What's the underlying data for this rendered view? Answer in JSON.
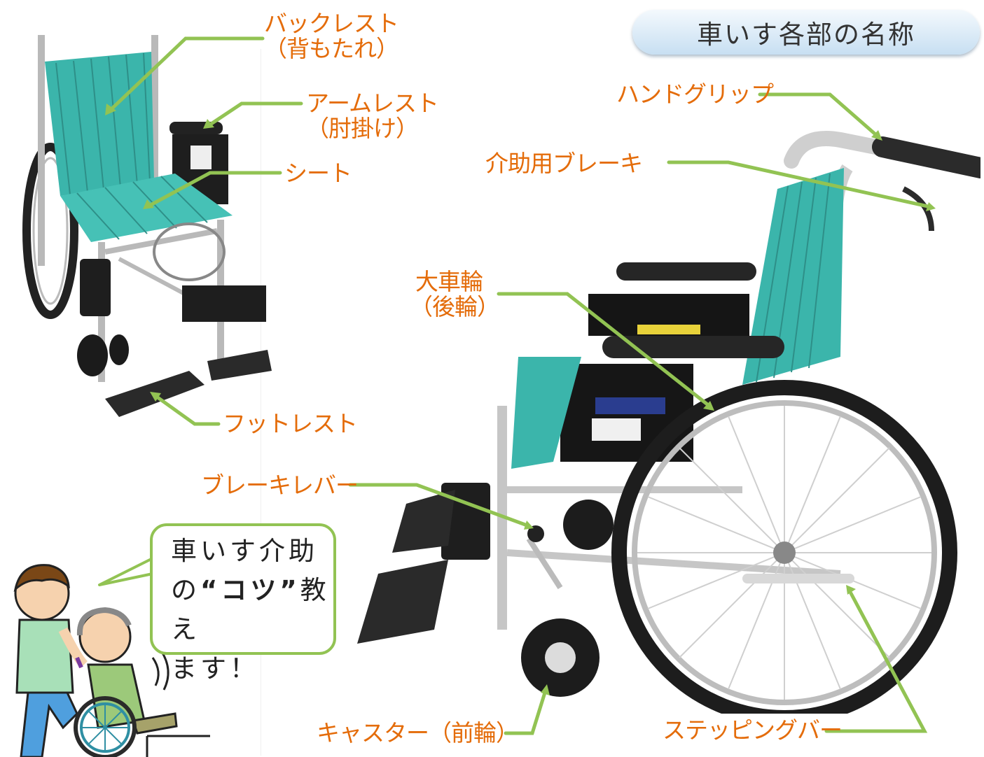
{
  "title": "車いす各部の名称",
  "colors": {
    "label": "#e46c0a",
    "leader": "#92c353",
    "seat_fabric": "#3bb5ab",
    "frame": "#b8b8b8",
    "tire": "#222222"
  },
  "labels": {
    "backrest": {
      "line1": "バックレスト",
      "line2": "（背もたれ）"
    },
    "armrest": {
      "line1": "アームレスト",
      "line2": "（肘掛け）"
    },
    "seat": "シート",
    "footrest": "フットレスト",
    "hand_grip": "ハンドグリップ",
    "attendant_brake": "介助用ブレーキ",
    "large_wheel": {
      "line1": "大車輪",
      "line2": "（後輪）"
    },
    "brake_lever": "ブレーキレバー",
    "caster": "キャスター（前輪）",
    "stepping_bar": "ステッピングバー"
  },
  "speech_bubble": {
    "line1": "車いす介助",
    "line2_pre": "の",
    "line2_bold": "“コツ”",
    "line2_post": "教え",
    "line3": "ます！"
  },
  "icons": [
    "wheelchair-front-photo",
    "wheelchair-side-photo",
    "caregiver-illustration",
    "elderly-man-illustration"
  ]
}
